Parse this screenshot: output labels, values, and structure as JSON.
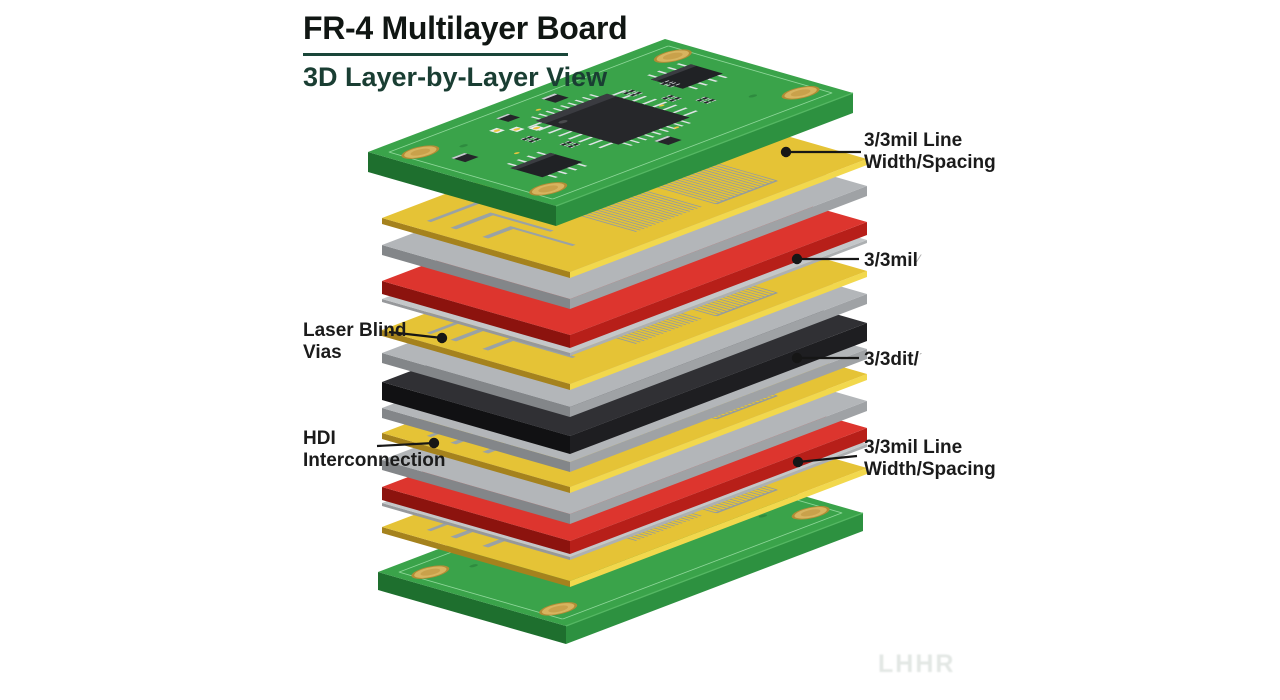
{
  "header": {
    "title": "FR-4 Multilayer Board",
    "subtitle": "3D Layer-by-Layer View"
  },
  "labels": {
    "right": [
      {
        "lines": [
          "3/3mil Line",
          "Width/Spacing"
        ],
        "suffix": "",
        "target": "copper-trace-1"
      },
      {
        "lines": [
          "3/3mil"
        ],
        "suffix": "⁄",
        "target": "copper-trace-2"
      },
      {
        "lines": [
          "3/3dit/"
        ],
        "suffix": "ˊ",
        "target": "copper-trace-3"
      },
      {
        "lines": [
          "3/3mil Line",
          "Width/Spacing"
        ],
        "suffix": "",
        "target": "copper-trace-4"
      }
    ],
    "left": [
      {
        "lines": [
          "Laser Blind",
          "Vias"
        ],
        "target": "copper-trace-2"
      },
      {
        "lines": [
          "HDI",
          "Interconnection"
        ],
        "target": "copper-trace-3"
      }
    ]
  },
  "watermark": "LHHR",
  "stack": {
    "layers": [
      {
        "name": "top-board",
        "type": "pcb"
      },
      {
        "name": "copper-trace-1",
        "type": "copper"
      },
      {
        "name": "prepreg-1",
        "type": "prepreg"
      },
      {
        "name": "core-red-1",
        "type": "core-red"
      },
      {
        "name": "film-1",
        "type": "film"
      },
      {
        "name": "copper-trace-2",
        "type": "copper"
      },
      {
        "name": "prepreg-2",
        "type": "prepreg"
      },
      {
        "name": "core-black",
        "type": "core-black"
      },
      {
        "name": "prepreg-3",
        "type": "prepreg"
      },
      {
        "name": "copper-trace-3",
        "type": "copper"
      },
      {
        "name": "prepreg-4",
        "type": "prepreg"
      },
      {
        "name": "core-red-2",
        "type": "core-red"
      },
      {
        "name": "film-2",
        "type": "film"
      },
      {
        "name": "copper-trace-4",
        "type": "copper"
      },
      {
        "name": "bottom-board",
        "type": "pcb"
      }
    ]
  },
  "colors": {
    "background": "#ffffff",
    "title": "#101613",
    "subtitle": "#1a3e33",
    "underline": "#1a4639",
    "label": "#1b1b1b",
    "leader": "#161616",
    "pcb_top": "#3aa34a",
    "pcb_front": "#2d9140",
    "pcb_left": "#1e6f2e",
    "pcb_silkscreen": "#8fd79a",
    "copper_top": "#e5c336",
    "copper_front": "#f2d84d",
    "copper_left": "#a5821d",
    "prepreg_top": "#b3b6b9",
    "prepreg_front": "#9fa2a5",
    "prepreg_left": "#838689",
    "film_top": "#c4c7c9",
    "film_front": "#adb0b2",
    "film_left": "#96989b",
    "core_red_top": "#dd352e",
    "core_red_front": "#b71f19",
    "core_red_left": "#8c130e",
    "core_black_top": "#303034",
    "core_black_front": "#1e1e21",
    "core_black_left": "#111113",
    "trace": "#949c9f",
    "trace_bold": "#9aa2a5",
    "pad_gold": "#d8b45f",
    "pad_gold_dark": "#b28c35",
    "component_body": "#25262a",
    "component_metal": "#dfe3e6",
    "led_yellow": "#e9c53e"
  }
}
